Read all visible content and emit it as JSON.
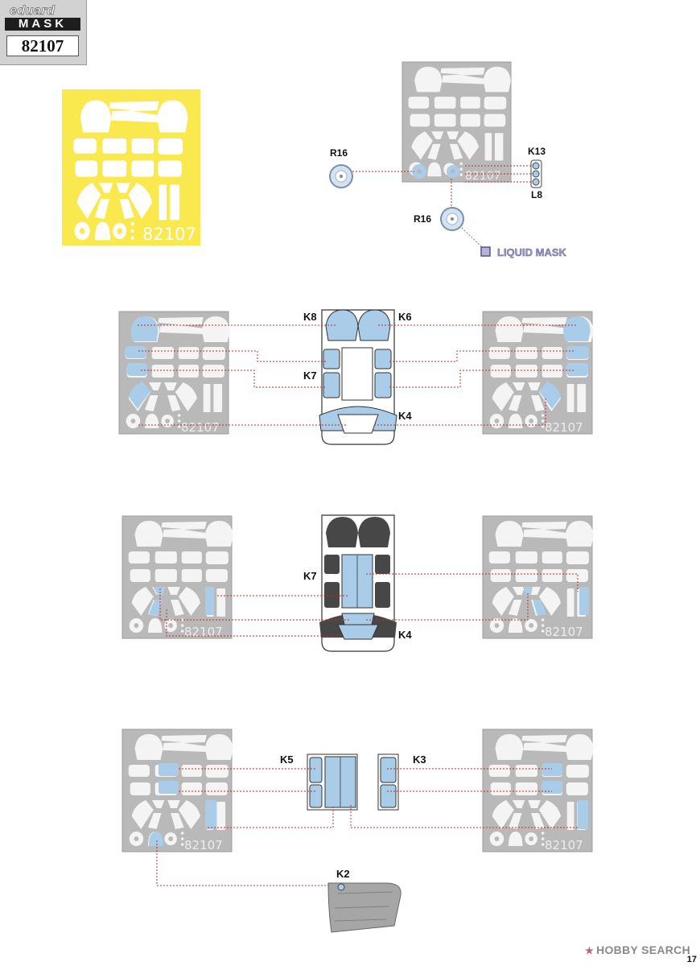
{
  "brand": {
    "maker": "eduard",
    "product_line": "MASK",
    "set_number": "82107"
  },
  "masks": {
    "sheet_print": "82107",
    "liquid_mask_label": "LIQUID MASK"
  },
  "callouts": {
    "R16": "R16",
    "K13": "K13",
    "L8": "L8",
    "K8": "K8",
    "K6": "K6",
    "K7": "K7",
    "K4": "K4",
    "K5": "K5",
    "K3": "K3",
    "K2": "K2"
  },
  "footer": {
    "watermark": "HOBBY SEARCH",
    "page_number": "17"
  },
  "colors": {
    "yellow_sheet": "#fae84f",
    "grey_sheet": "#b9b9b9",
    "mask_fill": "#f4f4f4",
    "highlight_blue": "#a9cde9",
    "leader_red": "#c82828",
    "dark_shade": "#474747"
  }
}
